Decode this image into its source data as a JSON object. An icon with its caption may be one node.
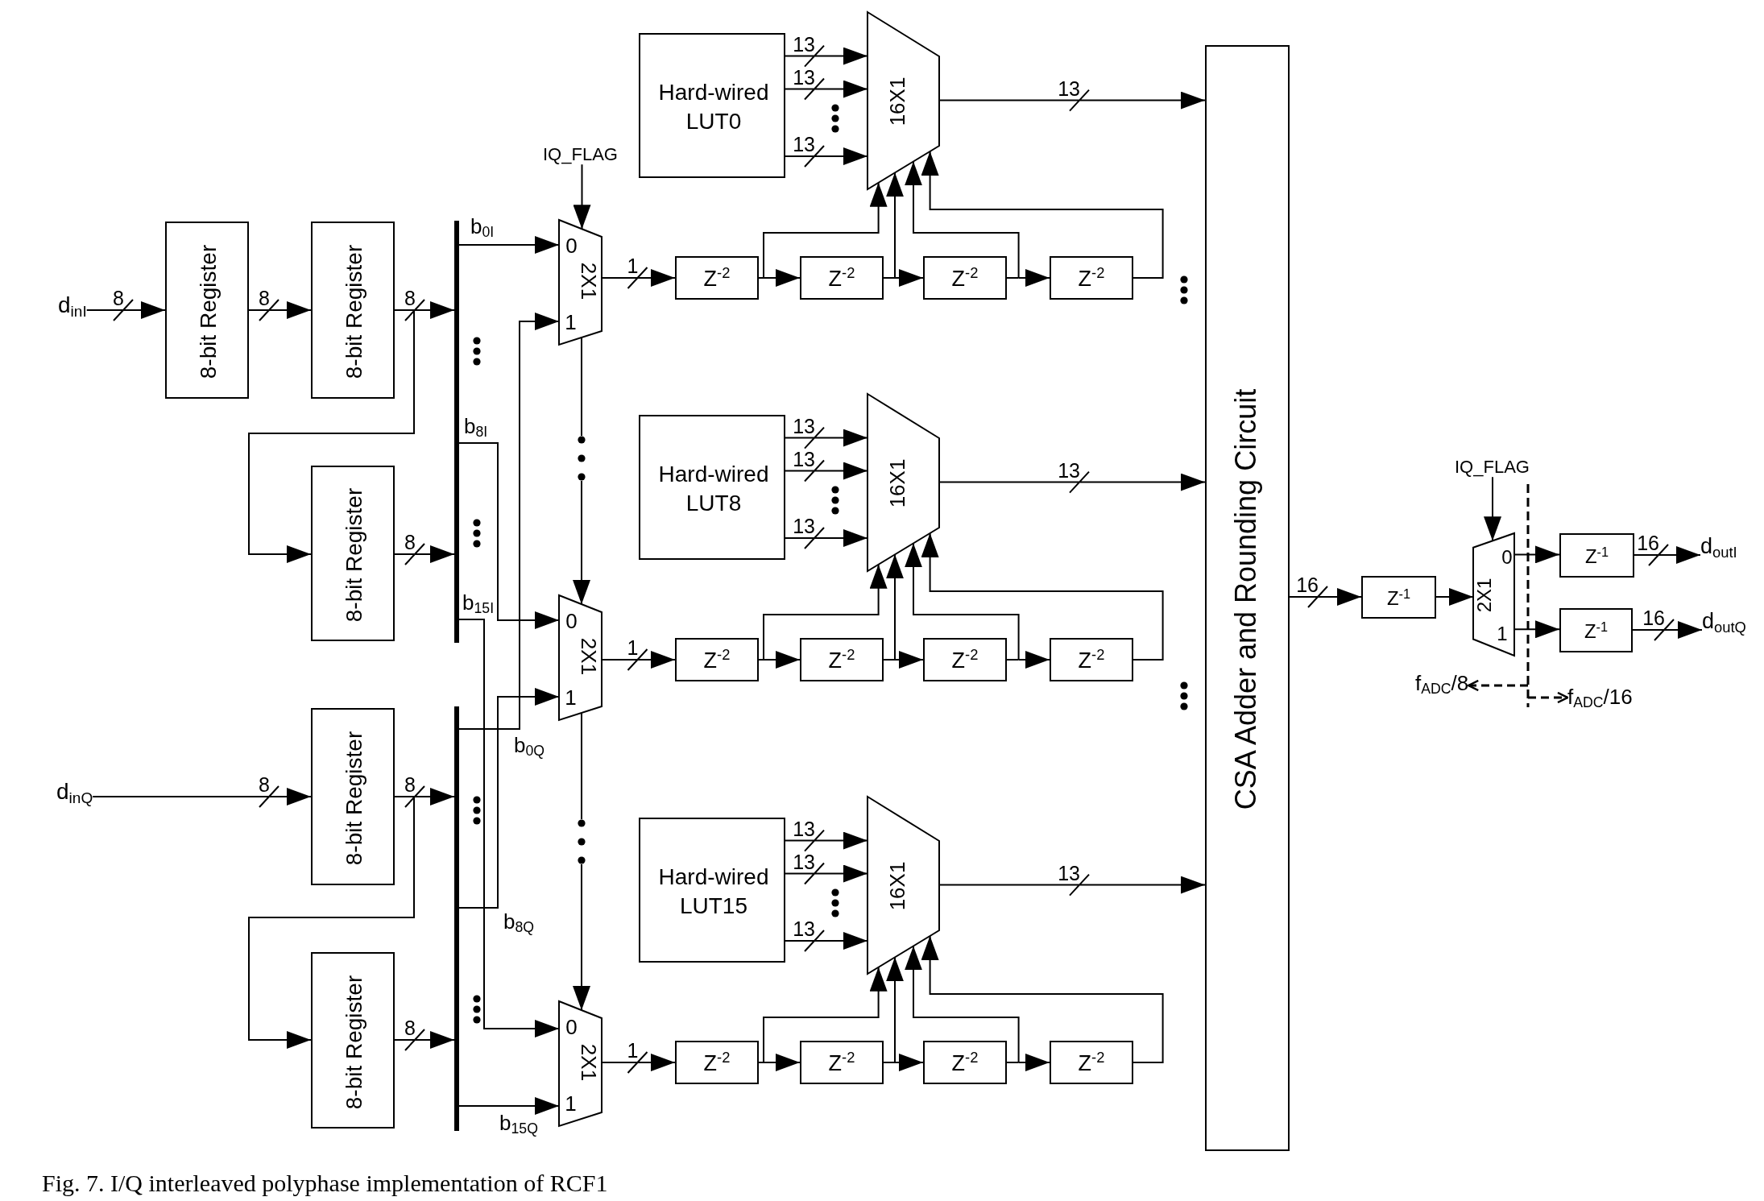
{
  "diagram": {
    "caption": "Fig. 7. I/Q interleaved polyphase implementation of RCF1",
    "nodes": [
      {
        "text": [
          "d$_{inI}$"
        ]
      },
      {
        "text": [
          "8-bit Register"
        ]
      },
      {
        "text": [
          "8-bit Register"
        ]
      },
      {
        "text": [
          "8-bit Register"
        ]
      },
      {
        "text": [
          "d$_{inQ}$"
        ]
      },
      {
        "text": [
          "8-bit Register"
        ]
      },
      {
        "text": [
          "8-bit Register"
        ]
      },
      {
        "text": [],
        "shape": "bar"
      },
      {
        "text": [],
        "shape": "bar"
      },
      {
        "text": [
          "IQ_FLAG"
        ]
      },
      {
        "text": [
          "0",
          "2X1",
          "1"
        ]
      },
      {
        "text": [
          "0",
          "2X1",
          "1"
        ]
      },
      {
        "text": [
          "0",
          "2X1",
          "1"
        ]
      },
      {
        "text": [
          "Hard-wired LUT0"
        ]
      },
      {
        "text": [
          "16X1"
        ]
      },
      {
        "text": [
          "Z$^{-2}$"
        ]
      },
      {
        "text": [
          "Z$^{-2}$"
        ]
      },
      {
        "text": [
          "Z$^{-2}$"
        ]
      },
      {
        "text": [
          "Z$^{-2}$"
        ]
      },
      {
        "text": [
          "Hard-wired LUT8"
        ]
      },
      {
        "text": [
          "16X1"
        ]
      },
      {
        "text": [
          "Z$^{-2}$"
        ]
      },
      {
        "text": [
          "Z$^{-2}$"
        ]
      },
      {
        "text": [
          "Z$^{-2}$"
        ]
      },
      {
        "text": [
          "Z$^{-2}$"
        ]
      },
      {
        "text": [
          "Hard-wired LUT15"
        ]
      },
      {
        "text": [
          "16X1"
        ]
      },
      {
        "text": [
          "Z$^{-2}$"
        ]
      },
      {
        "text": [
          "Z$^{-2}$"
        ]
      },
      {
        "text": [
          "Z$^{-2}$"
        ]
      },
      {
        "text": [
          "Z$^{-2}$"
        ]
      },
      {
        "text": [
          "CSA Adder and Rounding Circuit"
        ]
      },
      {
        "text": [
          "Z$^{-1}$"
        ]
      },
      {
        "text": [
          "IQ_FLAG"
        ]
      },
      {
        "text": [
          "0",
          "2X1",
          "1"
        ]
      },
      {
        "text": [
          "Z$^{-1}$"
        ]
      },
      {
        "text": [
          "Z$^{-1}$"
        ]
      },
      {
        "text": [
          "d$_{outI}$"
        ]
      },
      {
        "text": [
          "d$_{outQ}$"
        ]
      },
      {
        "text": [
          "f$_{ADC}$/8"
        ]
      },
      {
        "text": [
          "f$_{ADC}$/16"
        ]
      },
      {
        "text": [],
        "shape": "dots"
      },
      {
        "text": [],
        "shape": "dots"
      }
    ],
    "edges": [
      {
        "from": 0,
        "to": 1,
        "arrow": "to",
        "label": "8"
      },
      {
        "from": 1,
        "to": 2,
        "arrow": "to",
        "label": "8"
      },
      {
        "from": 2,
        "to": 7,
        "arrow": "to",
        "label": "8"
      },
      {
        "from": 2,
        "to": 3,
        "arrow": "to"
      },
      {
        "from": 3,
        "to": 7,
        "arrow": "to",
        "label": "8"
      },
      {
        "from": 4,
        "to": 5,
        "arrow": "to",
        "label": "8"
      },
      {
        "from": 5,
        "to": 8,
        "arrow": "to",
        "label": "8"
      },
      {
        "from": 5,
        "to": 6,
        "arrow": "to"
      },
      {
        "from": 6,
        "to": 8,
        "arrow": "to",
        "label": "8"
      },
      {
        "from": 7,
        "to": 10,
        "arrow": "to",
        "label": "b$_{0I}$"
      },
      {
        "from": 7,
        "to": 11,
        "arrow": "to",
        "label": "b$_{8I}$"
      },
      {
        "from": 7,
        "to": 12,
        "arrow": "to",
        "label": "b$_{15I}$"
      },
      {
        "from": 8,
        "to": 10,
        "arrow": "to",
        "label": "b$_{0Q}$"
      },
      {
        "from": 8,
        "to": 11,
        "arrow": "to",
        "label": "b$_{8Q}$"
      },
      {
        "from": 8,
        "to": 12,
        "arrow": "to",
        "label": "b$_{15Q}$"
      },
      {
        "from": 9,
        "to": 10,
        "arrow": "to"
      },
      {
        "from": 10,
        "to": 41,
        "arrow": "none"
      },
      {
        "from": 41,
        "to": 11,
        "arrow": "to"
      },
      {
        "from": 13,
        "to": 14,
        "arrow": "to",
        "label": "13"
      },
      {
        "from": 13,
        "to": 14,
        "arrow": "to",
        "label": "13"
      },
      {
        "from": 13,
        "to": 14,
        "arrow": "to",
        "label": "13"
      },
      {
        "from": 14,
        "to": 31,
        "arrow": "to",
        "label": "13"
      },
      {
        "from": 10,
        "to": 15,
        "arrow": "to",
        "label": "1"
      },
      {
        "from": 15,
        "to": 16,
        "arrow": "to"
      },
      {
        "from": 16,
        "to": 17,
        "arrow": "to"
      },
      {
        "from": 17,
        "to": 18,
        "arrow": "to"
      },
      {
        "from": 15,
        "to": 14,
        "arrow": "to"
      },
      {
        "from": 16,
        "to": 14,
        "arrow": "to"
      },
      {
        "from": 17,
        "to": 14,
        "arrow": "to"
      },
      {
        "from": 18,
        "to": 14,
        "arrow": "to"
      },
      {
        "from": 19,
        "to": 20,
        "arrow": "to",
        "label": "13"
      },
      {
        "from": 19,
        "to": 20,
        "arrow": "to",
        "label": "13"
      },
      {
        "from": 19,
        "to": 20,
        "arrow": "to",
        "label": "13"
      },
      {
        "from": 20,
        "to": 31,
        "arrow": "to",
        "label": "13"
      },
      {
        "from": 11,
        "to": 21,
        "arrow": "to",
        "label": "1"
      },
      {
        "from": 21,
        "to": 22,
        "arrow": "to"
      },
      {
        "from": 22,
        "to": 23,
        "arrow": "to"
      },
      {
        "from": 23,
        "to": 24,
        "arrow": "to"
      },
      {
        "from": 21,
        "to": 20,
        "arrow": "to"
      },
      {
        "from": 22,
        "to": 20,
        "arrow": "to"
      },
      {
        "from": 23,
        "to": 20,
        "arrow": "to"
      },
      {
        "from": 24,
        "to": 20,
        "arrow": "to"
      },
      {
        "from": 25,
        "to": 26,
        "arrow": "to",
        "label": "13"
      },
      {
        "from": 25,
        "to": 26,
        "arrow": "to",
        "label": "13"
      },
      {
        "from": 25,
        "to": 26,
        "arrow": "to",
        "label": "13"
      },
      {
        "from": 26,
        "to": 31,
        "arrow": "to",
        "label": "13"
      },
      {
        "from": 12,
        "to": 27,
        "arrow": "to",
        "label": "1"
      },
      {
        "from": 27,
        "to": 28,
        "arrow": "to"
      },
      {
        "from": 28,
        "to": 29,
        "arrow": "to"
      },
      {
        "from": 29,
        "to": 30,
        "arrow": "to"
      },
      {
        "from": 27,
        "to": 26,
        "arrow": "to"
      },
      {
        "from": 28,
        "to": 26,
        "arrow": "to"
      },
      {
        "from": 29,
        "to": 26,
        "arrow": "to"
      },
      {
        "from": 30,
        "to": 26,
        "arrow": "to"
      },
      {
        "from": 31,
        "to": 32,
        "arrow": "to",
        "label": "16"
      },
      {
        "from": 32,
        "to": 34,
        "arrow": "to"
      },
      {
        "from": 33,
        "to": 34,
        "arrow": "to"
      },
      {
        "from": 34,
        "to": 35,
        "arrow": "to"
      },
      {
        "from": 34,
        "to": 36,
        "arrow": "to"
      },
      {
        "from": 35,
        "to": 37,
        "arrow": "to",
        "label": "16"
      },
      {
        "from": 36,
        "to": 38,
        "arrow": "to",
        "label": "16"
      },
      {
        "from": null,
        "to": 39,
        "arrow": "to",
        "style": "dashed"
      },
      {
        "from": null,
        "to": 40,
        "arrow": "to",
        "style": "dashed"
      },
      {
        "from": 11,
        "to": 42,
        "arrow": "none"
      },
      {
        "from": 42,
        "to": 12,
        "arrow": "to"
      }
    ]
  }
}
